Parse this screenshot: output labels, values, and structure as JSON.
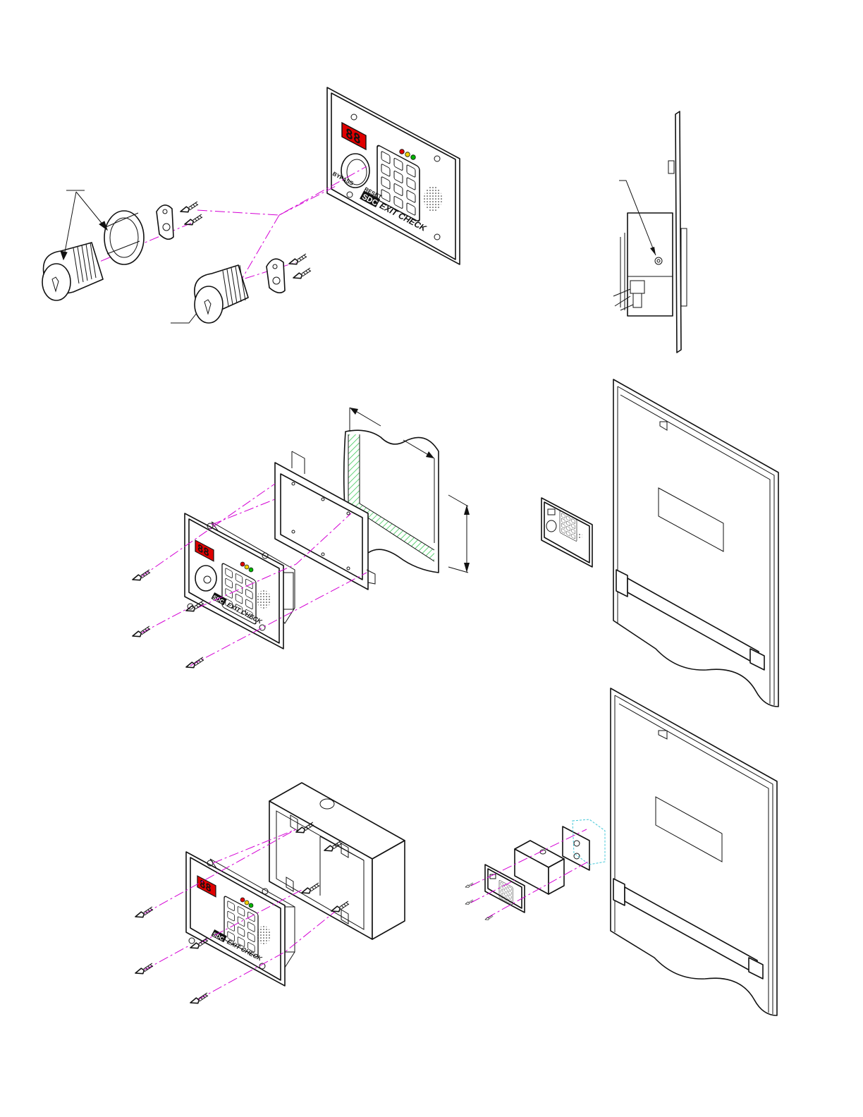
{
  "faceplate": {
    "brand": "SDC",
    "product": "EXIT CHECK",
    "display_digits": "88",
    "bypass_label": "BYPASS",
    "reset_label": "RESET"
  },
  "colors": {
    "display": "#e00000",
    "led_red": "#e00000",
    "led_yellow": "#f2d100",
    "led_green": "#00b400",
    "centerline": "#d400d4",
    "wall_hatch": "#20c040",
    "back_box_dashed": "#44c8d8",
    "line": "#111111"
  },
  "icons": {
    "cylinder": "mortise-cylinder-icon",
    "cam": "cam-plate-icon",
    "screw": "screw-icon",
    "speaker": "speaker-grille-icon",
    "keypad": "keypad-icon",
    "exit_bar": "exit-device-bar-icon"
  }
}
